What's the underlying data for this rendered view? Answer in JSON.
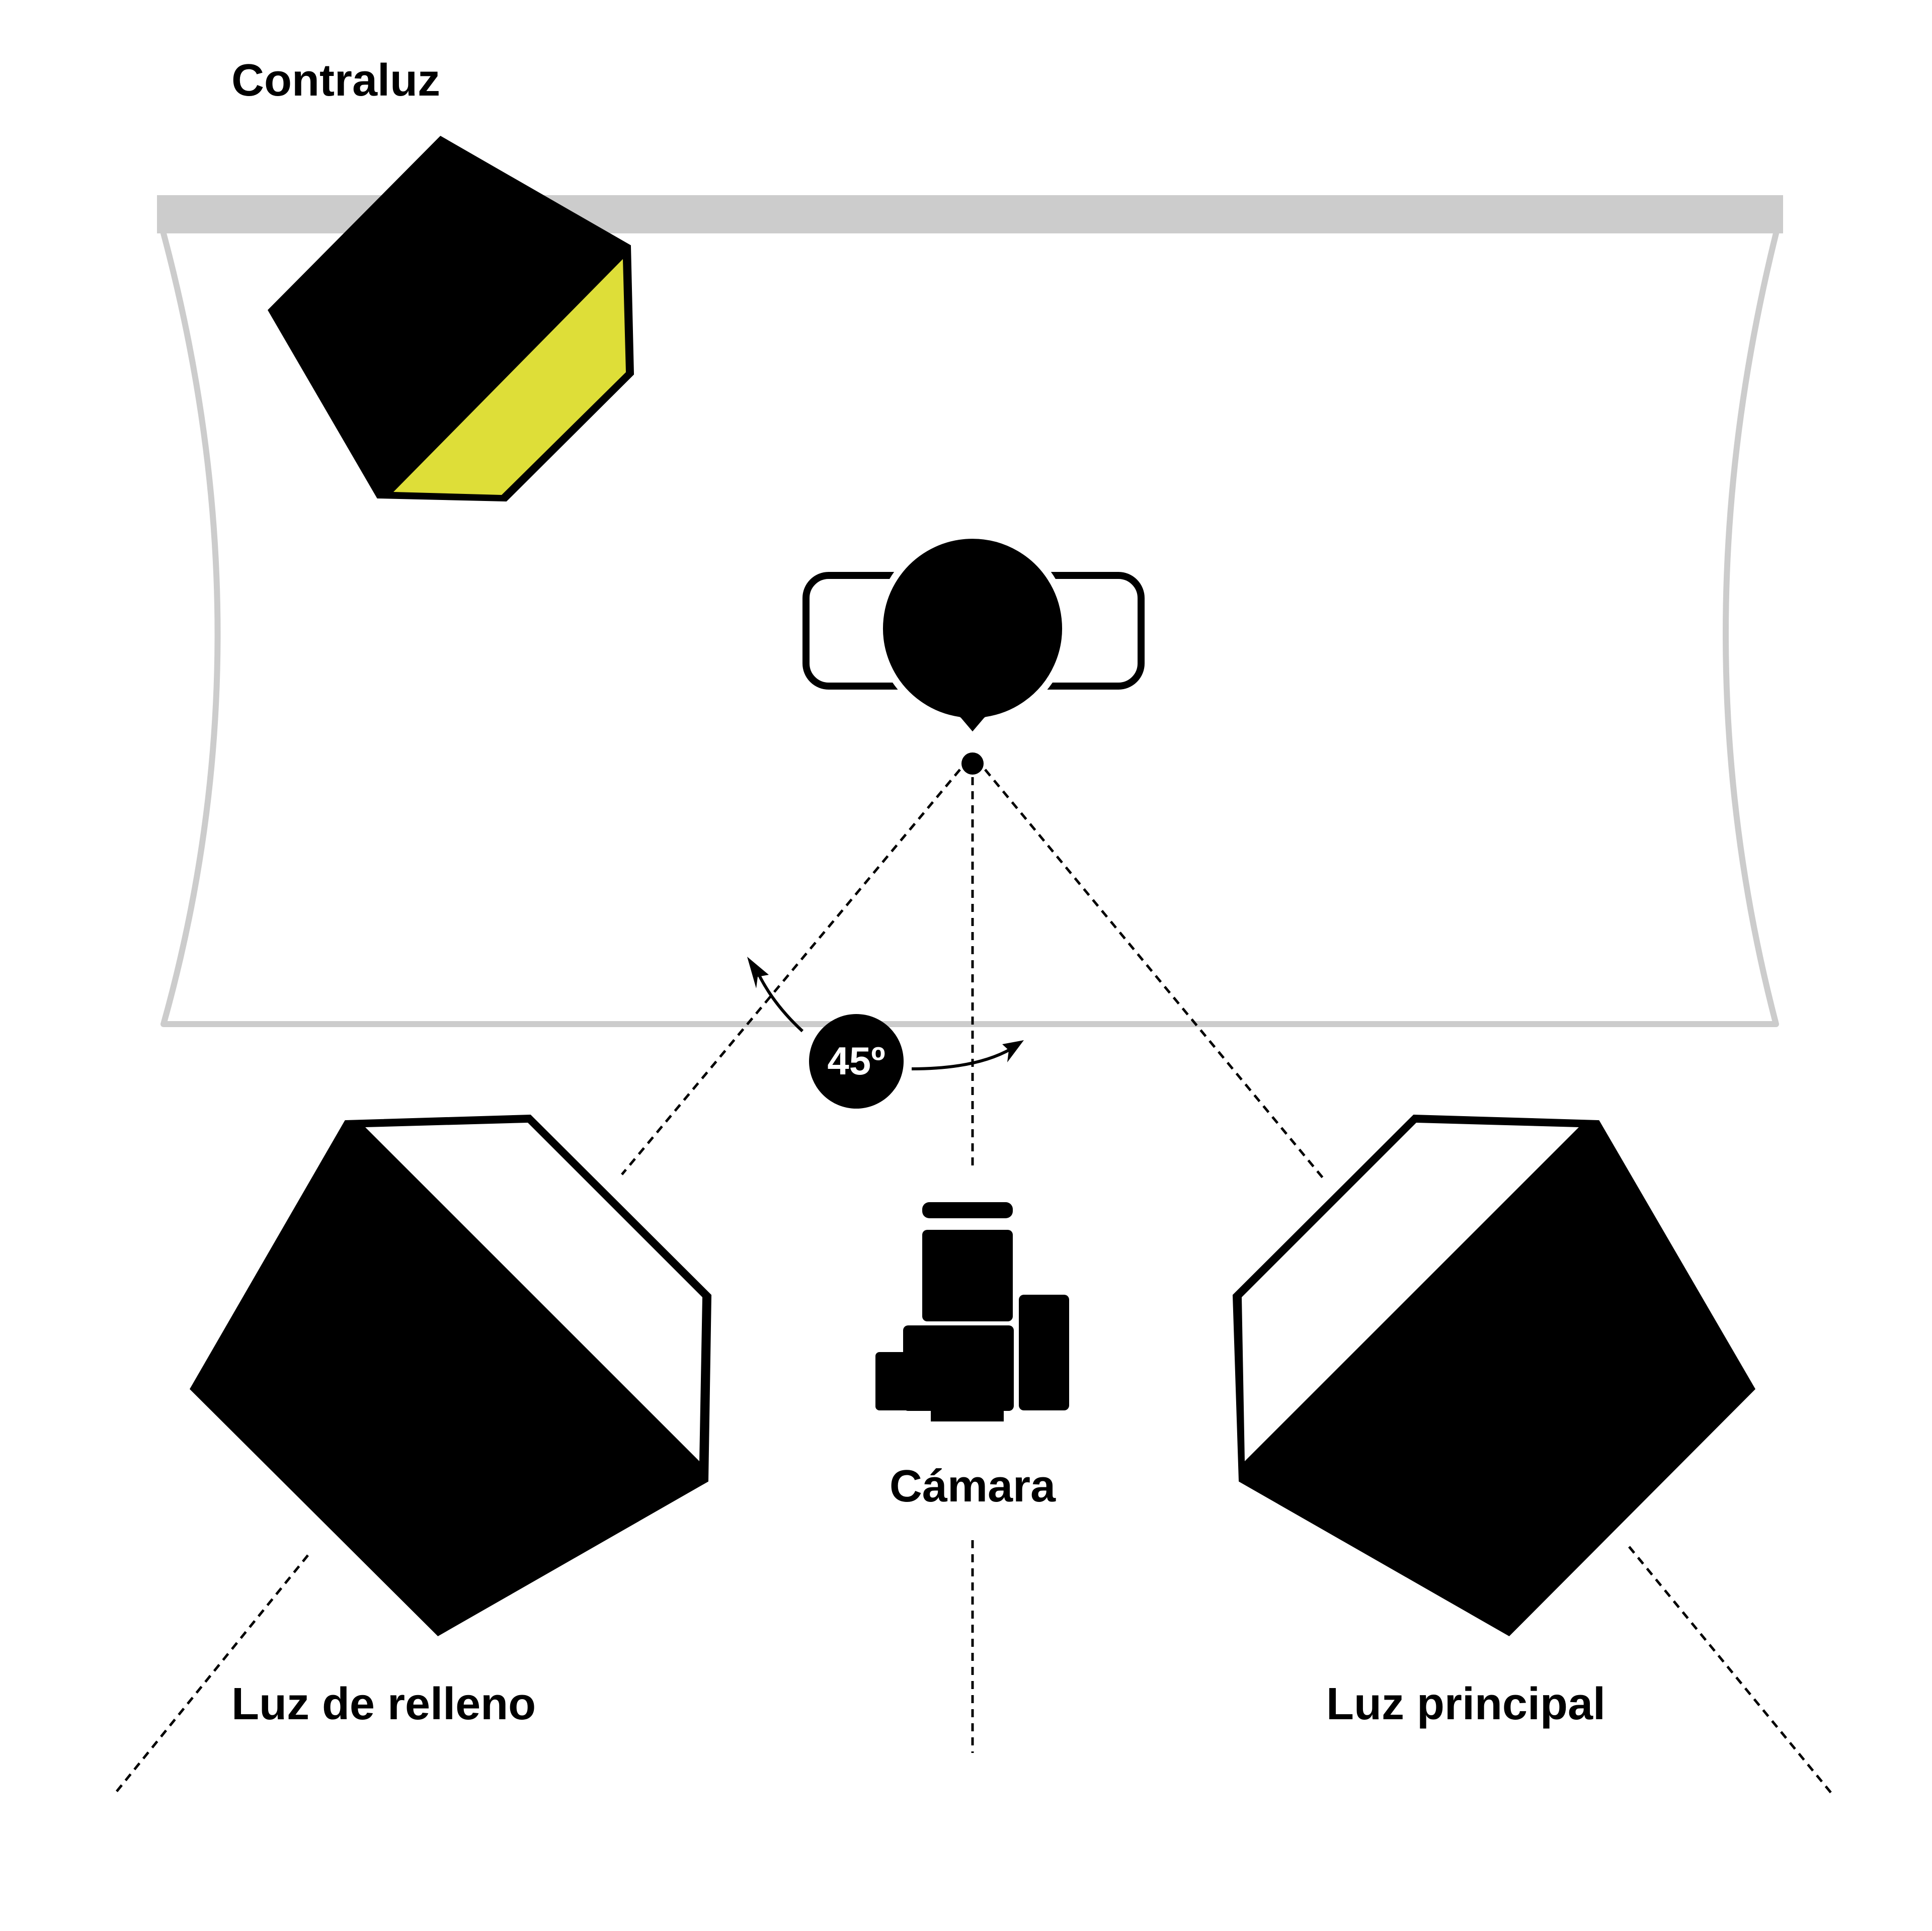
{
  "title": "",
  "labels": {
    "backlight": "Contraluz",
    "fill_light": "Luz de relleno",
    "key_light": "Luz principal",
    "camera": "Cámara",
    "angle": "45º"
  },
  "colors": {
    "backdrop": "#cccccc",
    "backlight_diffuser": "#dede38",
    "softbox_body": "#000000",
    "diffuser_panel": "#ffffff",
    "badge": "#000000"
  },
  "icons": {
    "subject": "person-top-view-icon",
    "camera": "camera-icon",
    "lights": "softbox-icon"
  }
}
